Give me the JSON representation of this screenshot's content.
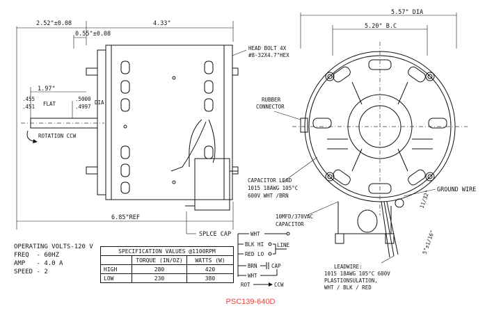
{
  "colors": {
    "ink": "#111111",
    "model_code": "#e8423b"
  },
  "side_view": {
    "dim_overall_left": "2.52\"±0.08",
    "dim_body": "4.33\"",
    "dim_mount": "0.55\"±0.08",
    "dim_shaft_len": "1.97\"",
    "dim_flat_a": ".455",
    "dim_flat_b": ".451",
    "label_flat": "FLAT",
    "dim_shaft_dia_a": ".5000",
    "dim_shaft_dia_b": ".4997",
    "label_dia": "DIA",
    "label_rotation": "ROTATION CCW",
    "dim_overall_ref": "6.85\"REF",
    "label_head_bolt_1": "HEAD BOLT 4X",
    "label_head_bolt_2": "#8-32X4.7\"HEX",
    "label_splice": "SPLCE CAP"
  },
  "front_view": {
    "dim_dia": "5.57\" DIA",
    "dim_bc": "5.20\" B.C",
    "label_rubber_1": "RUBBER",
    "label_rubber_2": "CONNECTOR",
    "cap_lead_1": "CAPACITOR LEAD",
    "cap_lead_2": "1015 18AWG 105°C",
    "cap_lead_3": "600V WHT /BRN",
    "capacitor_1": "10MFD/370VAC",
    "capacitor_2": "CAPACITOR",
    "ground_wire": "GROUND WIRE",
    "dim_a": "11/32\"",
    "dim_b": "5°±1/16\"",
    "leadwire_1": "LEADWIRE:",
    "leadwire_2": "1015 18AWG 105°C 600V",
    "leadwire_3": "PLASTIONSULATION,",
    "leadwire_4": "WHT / BLK / RED"
  },
  "wiring": {
    "wht": "WHT",
    "blk": "BLK HI",
    "red": "RED LO",
    "line": "LINE",
    "brn": "BRN",
    "cap": "CAP",
    "wht2": "WHT",
    "rot": "ROT",
    "ccw": "CCW"
  },
  "ratings": {
    "volts": "OPERATING VOLTS-120 V",
    "freq": "FREQ  - 60HZ",
    "amp": "AMP   - 4.0 A",
    "speed": "SPEED - 2"
  },
  "spec_table": {
    "title": "SPECIFICATION VALUES  @1100RPM",
    "col_torque": "TORQUE (IN/OZ)",
    "col_watts": "WATTS (W)",
    "rows": [
      {
        "speed": "HIGH",
        "torque": "280",
        "watts": "420"
      },
      {
        "speed": "LOW",
        "torque": "230",
        "watts": "380"
      }
    ]
  },
  "model_code": "PSC139-640D"
}
